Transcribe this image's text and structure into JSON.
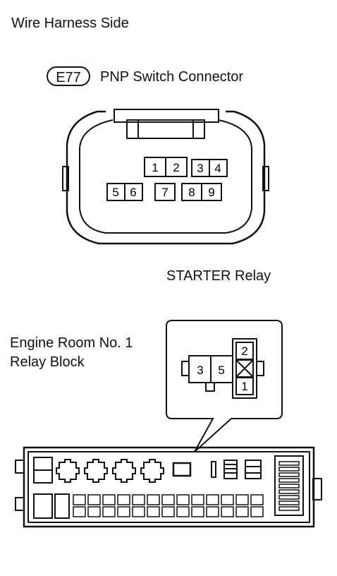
{
  "heading": "Wire Harness Side",
  "connector": {
    "code": "E77",
    "name": "PNP Switch Connector",
    "pins_top": [
      "1",
      "2",
      "3",
      "4"
    ],
    "pins_bottom": [
      "5",
      "6",
      "7",
      "8",
      "9"
    ]
  },
  "relay": {
    "name": "STARTER Relay",
    "pins": [
      "3",
      "5",
      "2",
      "1"
    ]
  },
  "block": {
    "line1": "Engine Room No. 1",
    "line2": "Relay Block"
  }
}
